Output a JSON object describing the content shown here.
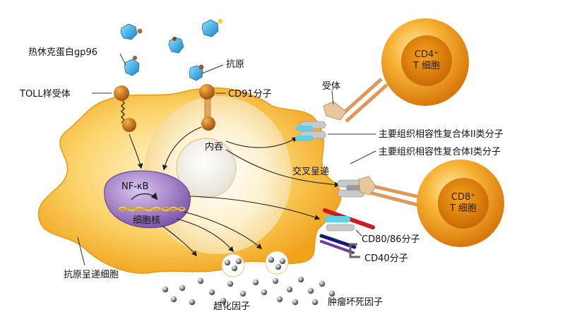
{
  "labels": {
    "hsp": "热休克蛋白gp96",
    "antigen": "抗原",
    "toll": "TOLL样受体",
    "cd91": "CD91分子",
    "receptor": "受体",
    "endocytosis": "内吞",
    "nfkb": "NF-κB",
    "nucleus": "细胞核",
    "mhc2": "主要组织相容性复合体II类分子",
    "mhc1": "主要组织相容性复合体I类分子",
    "cross": "交叉呈递",
    "cd80": "CD80/86分子",
    "cd40": "CD40分子",
    "apc": "抗原呈递细胞",
    "chemokine": "趋化因子",
    "tnf": "肿瘤坏死因子"
  },
  "cells": {
    "cd4_line1": "CD4⁺",
    "cd4_line2": "T 细胞",
    "cd8_line1": "CD8⁺",
    "cd8_line2": "T 细胞"
  },
  "colors": {
    "apc_outer": "#f5b323",
    "apc_inner": "#fde6a8",
    "tcell": "#f39a12",
    "hsp": "#29b6e8",
    "nucleus": "#8f68b8"
  }
}
